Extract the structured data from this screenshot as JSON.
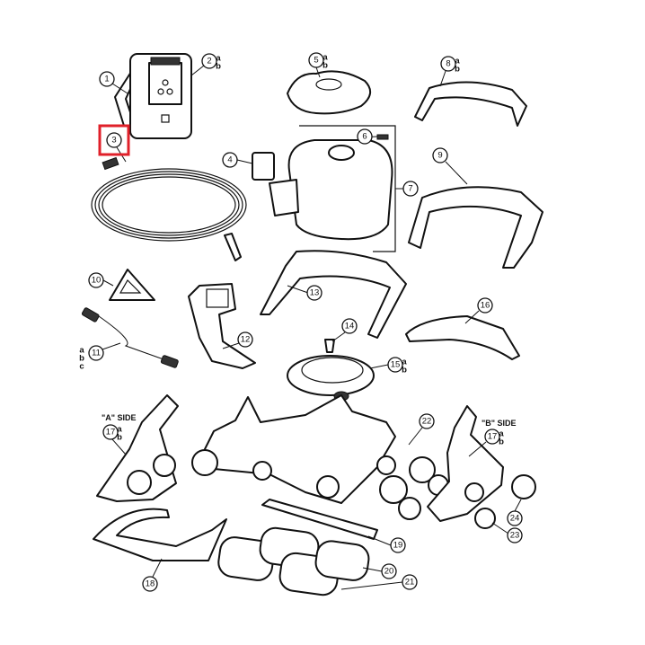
{
  "title": "Robotic pool cleaner exploded parts diagram",
  "highlight_color": "#e0202a",
  "highlighted_callout": "3",
  "side_labels": {
    "a": "\"A\" SIDE",
    "b": "\"B\" SIDE"
  },
  "callouts": [
    {
      "id": "c1",
      "num": "1",
      "variants": []
    },
    {
      "id": "c2",
      "num": "2",
      "variants": [
        "a",
        "b"
      ]
    },
    {
      "id": "c3",
      "num": "3",
      "variants": []
    },
    {
      "id": "c4",
      "num": "4",
      "variants": []
    },
    {
      "id": "c5",
      "num": "5",
      "variants": [
        "a",
        "b"
      ]
    },
    {
      "id": "c6",
      "num": "6",
      "variants": []
    },
    {
      "id": "c7",
      "num": "7",
      "variants": []
    },
    {
      "id": "c8",
      "num": "8",
      "variants": [
        "a",
        "b"
      ]
    },
    {
      "id": "c9",
      "num": "9",
      "variants": []
    },
    {
      "id": "c10",
      "num": "10",
      "variants": []
    },
    {
      "id": "c11",
      "num": "11",
      "variants": [
        "a",
        "b",
        "c"
      ]
    },
    {
      "id": "c12",
      "num": "12",
      "variants": []
    },
    {
      "id": "c13",
      "num": "13",
      "variants": []
    },
    {
      "id": "c14",
      "num": "14",
      "variants": []
    },
    {
      "id": "c15",
      "num": "15",
      "variants": [
        "a",
        "b"
      ]
    },
    {
      "id": "c16",
      "num": "16",
      "variants": []
    },
    {
      "id": "c17a",
      "num": "17",
      "variants": [
        "a",
        "b"
      ]
    },
    {
      "id": "c17b",
      "num": "17",
      "variants": [
        "a",
        "b"
      ]
    },
    {
      "id": "c18",
      "num": "18",
      "variants": []
    },
    {
      "id": "c19",
      "num": "19",
      "variants": []
    },
    {
      "id": "c20",
      "num": "20",
      "variants": []
    },
    {
      "id": "c21",
      "num": "21",
      "variants": []
    },
    {
      "id": "c22",
      "num": "22",
      "variants": []
    },
    {
      "id": "c23",
      "num": "23",
      "variants": []
    },
    {
      "id": "c24",
      "num": "24",
      "variants": []
    }
  ]
}
